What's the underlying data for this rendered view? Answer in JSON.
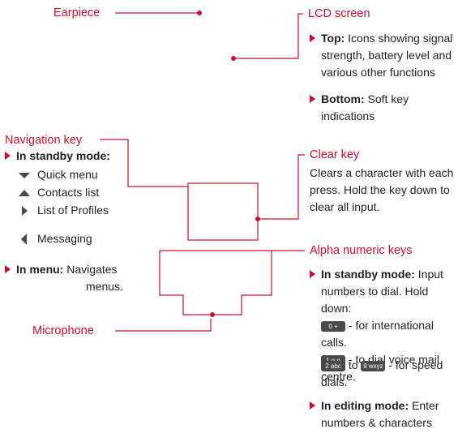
{
  "earpiece": {
    "label": "Earpiece"
  },
  "lcd": {
    "label": "LCD screen",
    "top_head": "Top:",
    "top_lines": [
      "Icons showing signal",
      "strength, battery level and",
      "various other functions"
    ],
    "bottom_head": "Bottom:",
    "bottom_lines": [
      "Soft key",
      "indications"
    ]
  },
  "nav": {
    "label": "Navigation key",
    "standby_head": "In standby mode:",
    "items": [
      "Quick menu",
      "Contacts list",
      "List of Profiles",
      "Messaging"
    ],
    "icons": [
      "down-arrow-icon",
      "up-arrow-icon",
      "right-arrow-icon",
      "left-arrow-icon"
    ],
    "menu_head": "In menu:",
    "menu_lines": [
      "Navigates",
      "menus."
    ]
  },
  "clear": {
    "label": "Clear key",
    "lines": [
      "Clears a character with each",
      "press. Hold the key down to",
      "clear all input."
    ]
  },
  "alpha": {
    "label": "Alpha numeric keys",
    "standby_head": "In standby mode:",
    "standby_lines": [
      "Input",
      "numbers to dial. Hold down:"
    ],
    "key0": "0 +",
    "key0_text": "- for international calls.",
    "key1": "1 o.o",
    "key1_text": "- to dial voice mail",
    "key1_line2": "centre.",
    "key2": "2 abc",
    "to_text": "to",
    "key9": "9 wxyz",
    "key9_text": "- for speed",
    "key9_line2": "dials.",
    "editing_head": "In editing mode:",
    "editing_lines": [
      "Enter",
      "numbers & characters"
    ]
  },
  "microphone": {
    "label": "Microphone"
  },
  "colors": {
    "accent": "#c8102e",
    "text": "#231f20",
    "key": "#4a4a4a"
  }
}
